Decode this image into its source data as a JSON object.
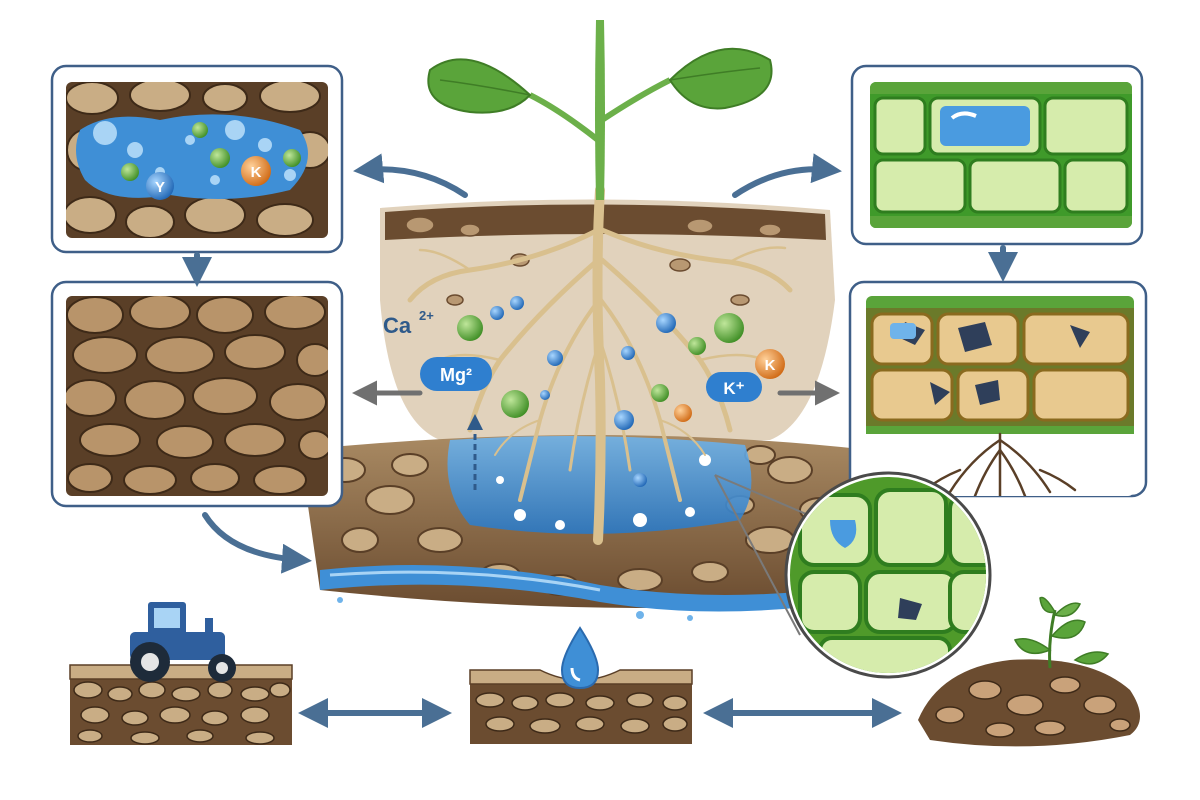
{
  "labels": {
    "ion_k_small": "K",
    "ion_y": "Y",
    "ion_ca": "Ca",
    "ion_ca_charge": "2+",
    "ion_mg": "Mg²",
    "ion_k_plus": "K⁺",
    "ion_k": "K"
  },
  "colors": {
    "soil_dark": "#5a3f27",
    "soil_mid": "#8b6a45",
    "pebble": "#c9ad85",
    "pebble_light": "#dcc59f",
    "water": "#3f8fd6",
    "water_light": "#8cc6f0",
    "leaf": "#5aa43a",
    "stem": "#6cb04a",
    "root": "#d9c08e",
    "arrow": "#4a6f94",
    "arrow_gray": "#707070",
    "frame": "#3f5f88",
    "cell_wall": "#3f9a2a",
    "cell_fill": "#d6ecac",
    "cell_dry": "#e8c98f",
    "ion_green": "#5fae3a",
    "ion_blue": "#2f7fcf",
    "ion_orange": "#e8842a",
    "ion_text_dark": "#2f5a8a",
    "tractor": "#2f5f9e"
  },
  "icons": [
    "water-drop-icon",
    "tractor-icon",
    "seedling-icon"
  ]
}
